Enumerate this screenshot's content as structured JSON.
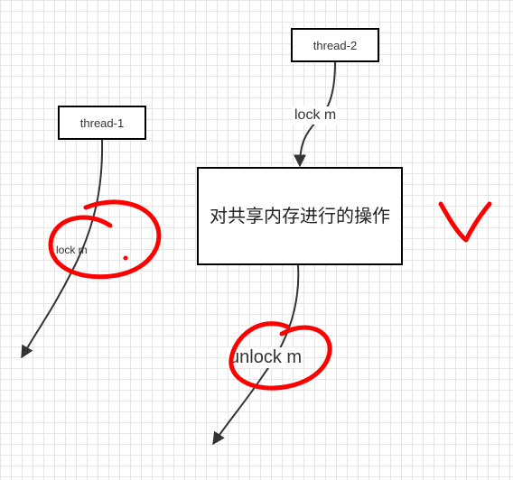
{
  "nodes": {
    "thread1": "thread-1",
    "thread2": "thread-2",
    "operation": "对共享内存进行的操作"
  },
  "edge_labels": {
    "thread1_lock": "lock m",
    "thread2_lock": "lock m",
    "unlock": "unlock m"
  },
  "colors": {
    "stroke": "#333333",
    "annotation": "#ff0000"
  },
  "annotations": [
    "red-circle-lock",
    "red-circle-unlock",
    "red-checkmark"
  ]
}
